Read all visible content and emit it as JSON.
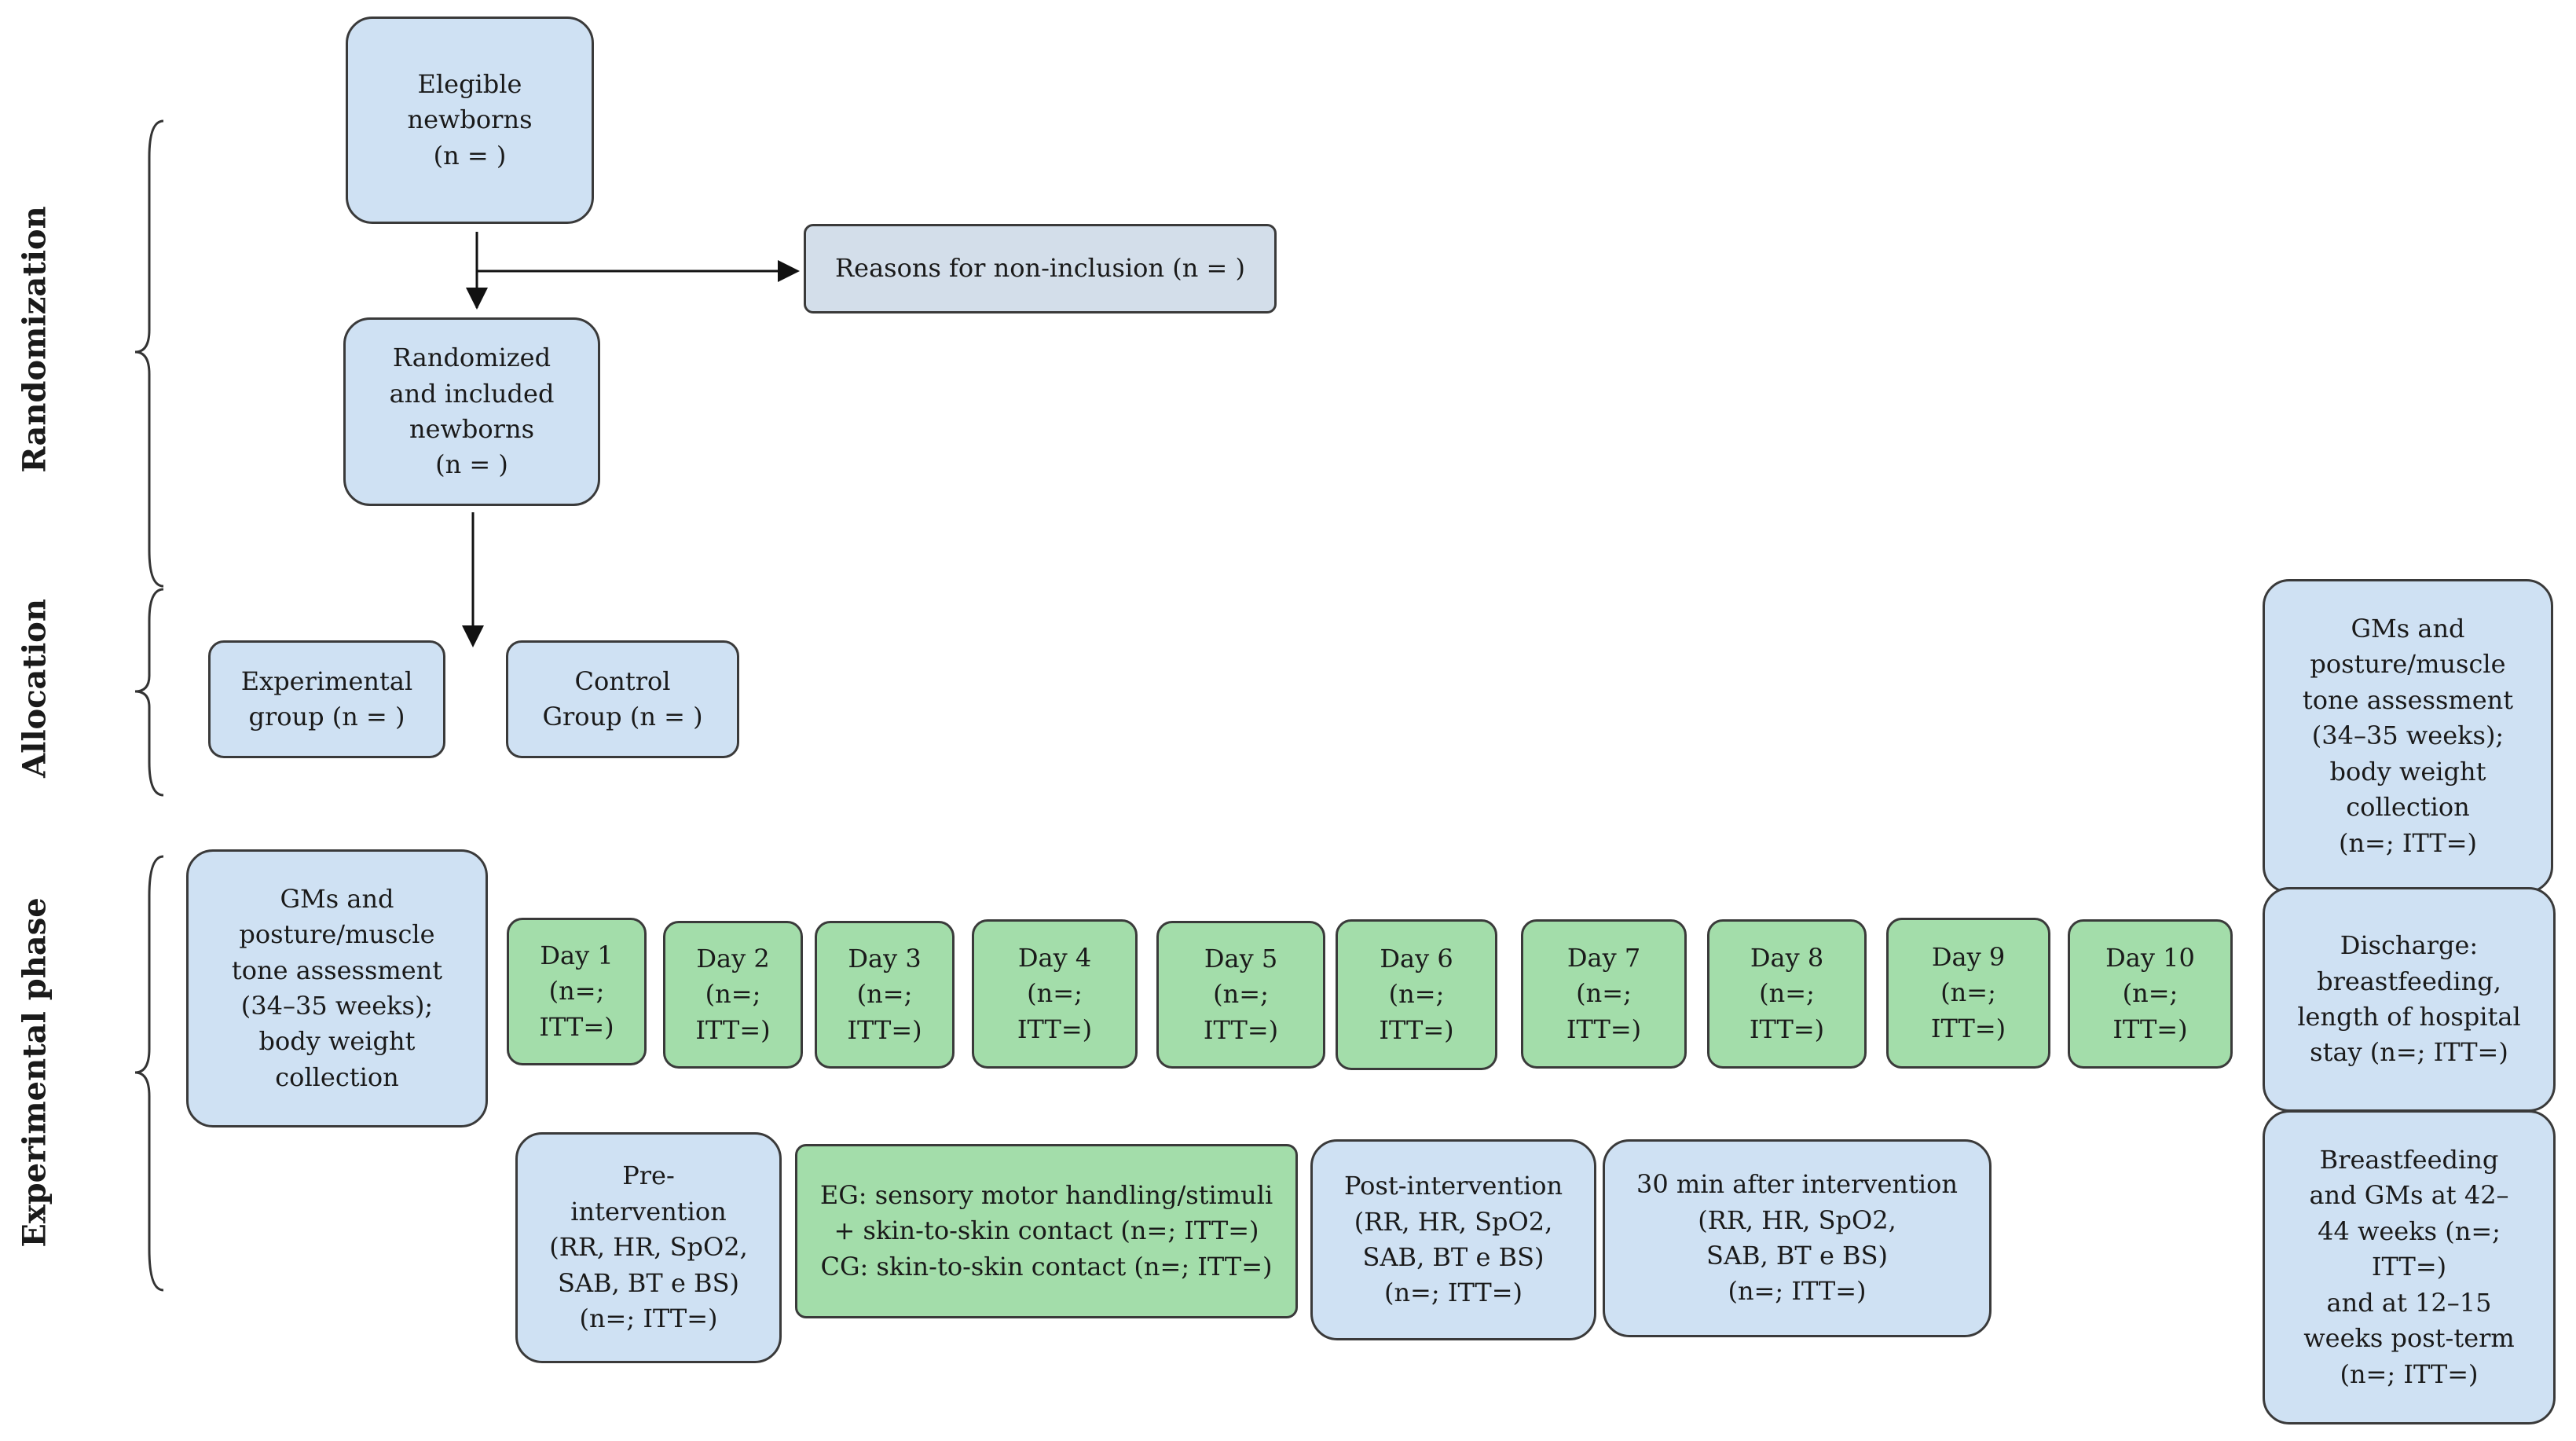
{
  "phases": {
    "randomization": "Randomization",
    "allocation": "Allocation",
    "experimental": "Experimental phase"
  },
  "eligible": "Elegible\nnewborns\n(n = )",
  "non_inclusion": "Reasons for non-inclusion (n = )",
  "randomized": "Randomized\nand included\nnewborns\n(n = )",
  "experimental_group": "Experimental\ngroup (n = )",
  "control_group": "Control\nGroup (n = )",
  "baseline_assessment": "GMs and\nposture/muscle\ntone assessment\n(34–35 weeks);\nbody weight\ncollection",
  "days": [
    "Day 1\n(n=;\nITT=)",
    "Day 2\n(n=;\nITT=)",
    "Day 3\n(n=;\nITT=)",
    "Day 4\n(n=;\nITT=)",
    "Day 5\n(n=;\nITT=)",
    "Day 6\n(n=;\nITT=)",
    "Day 7\n(n=;\nITT=)",
    "Day 8\n(n=;\nITT=)",
    "Day 9\n(n=;\nITT=)",
    "Day 10\n(n=;\nITT=)"
  ],
  "final_assessment": "GMs and\nposture/muscle\ntone assessment\n(34–35 weeks);\nbody weight\ncollection\n(n=; ITT=)",
  "discharge": "Discharge:\nbreastfeeding,\nlength of hospital\nstay (n=; ITT=)",
  "followup": "Breastfeeding\nand GMs at 42–\n44 weeks (n=;\nITT=)\nand at 12–15\nweeks post-term\n(n=; ITT=)",
  "pre_intervention": "Pre-\nintervention\n(RR, HR, SpO2,\nSAB, BT e BS)\n(n=; ITT=)",
  "intervention": "EG: sensory motor handling/stimuli\n+ skin-to-skin contact (n=; ITT=)\nCG: skin-to-skin contact (n=; ITT=)",
  "post_intervention": "Post-intervention\n(RR, HR, SpO2,\nSAB, BT e BS)\n(n=; ITT=)",
  "after_30min": "30 min after intervention\n(RR, HR, SpO2,\nSAB, BT e BS)\n(n=; ITT=)",
  "colors": {
    "blue_fill": "#cfe1f3",
    "gray_fill": "#d3deea",
    "green_fill": "#a3ddaa",
    "border": "#3a3a3a"
  }
}
